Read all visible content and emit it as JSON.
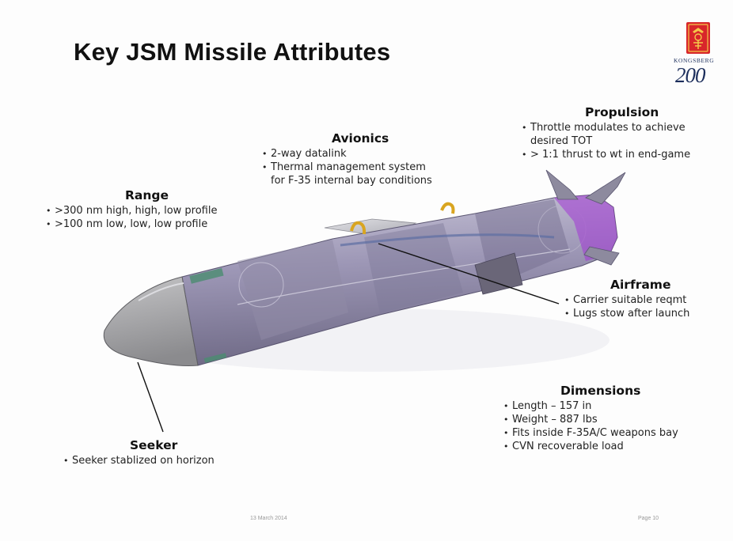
{
  "title": "Key JSM Missile Attributes",
  "logo": {
    "brand": "KONGSBERG",
    "year": "200",
    "crest_color": "#d8262a",
    "text_color": "#1c2e5c"
  },
  "avionics": {
    "heading": "Avionics",
    "items": [
      "2-way datalink",
      "Thermal management system",
      "for F-35 internal bay conditions"
    ]
  },
  "propulsion": {
    "heading": "Propulsion",
    "items": [
      "Throttle modulates to achieve",
      "desired TOT",
      "> 1:1 thrust to wt in end-game"
    ]
  },
  "range": {
    "heading": "Range",
    "items": [
      ">300 nm high, high, low profile",
      ">100 nm low, low, low profile"
    ]
  },
  "airframe": {
    "heading": "Airframe",
    "items": [
      "Carrier suitable reqmt",
      "Lugs stow after launch"
    ]
  },
  "dimensions": {
    "heading": "Dimensions",
    "items": [
      "Length – 157 in",
      "Weight – 887 lbs",
      "Fits inside F-35A/C weapons bay",
      "CVN recoverable load"
    ]
  },
  "seeker": {
    "heading": "Seeker",
    "items": [
      "Seeker stablized on horizon"
    ]
  },
  "footer": {
    "date": "13 March 2014",
    "page": "Page 10"
  },
  "colors": {
    "body": "#9a95b0",
    "nose": "#a3a3a6",
    "accent_purple": "#9b2fd2",
    "lug_gold": "#d9a520"
  }
}
